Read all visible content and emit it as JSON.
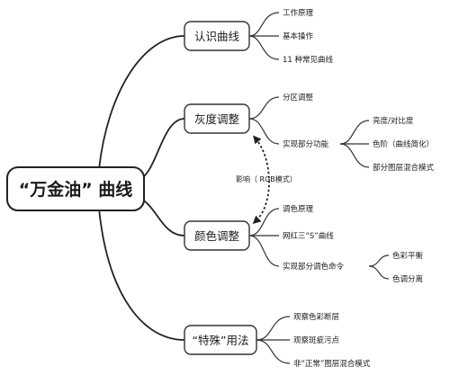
{
  "root": {
    "label": "“万金油” 曲线"
  },
  "branches": [
    {
      "label": "认识曲线",
      "children": [
        "工作原理",
        "基本操作",
        "11 种常见曲线"
      ]
    },
    {
      "label": "灰度调整",
      "children": [
        "分区调整",
        "实现部分功能"
      ],
      "sub": [
        "亮度/对比度",
        "色阶（曲线简化）",
        "部分图层混合模式"
      ]
    },
    {
      "label": "颜色调整",
      "children": [
        "调色原理",
        "网红三“S”曲线",
        "实现部分调色命令"
      ],
      "sub": [
        "色彩平衡",
        "色调分离"
      ]
    },
    {
      "label": "“特殊”用法",
      "children": [
        "观察色彩断层",
        "观察斑疵污点",
        "非“正常”图层混合模式"
      ]
    }
  ],
  "link_note": "影响（ RGB模式）"
}
